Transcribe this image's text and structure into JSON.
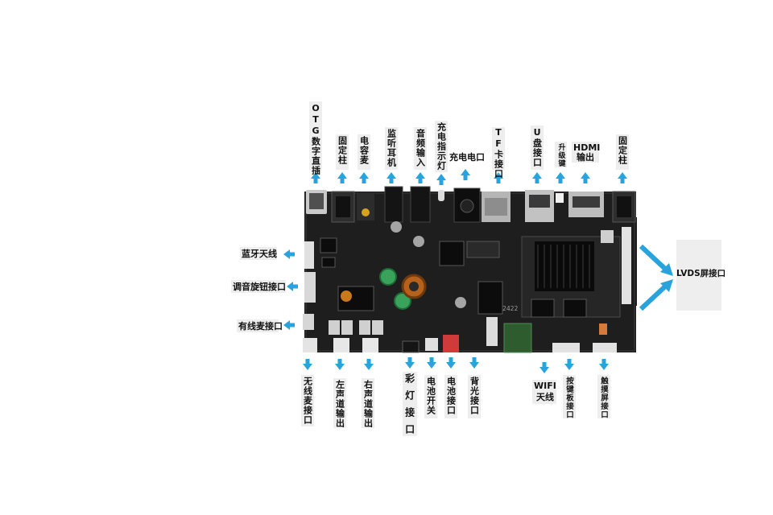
{
  "labels": {
    "otg": "OTG数字直插",
    "post_left": "固定柱",
    "mic_cap": "电容麦",
    "monitor_ear": "监听耳机",
    "audio_in": "音频输入",
    "charge_led": "充电指示灯",
    "charge_port": "充电电口",
    "tf": "TF卡接口",
    "u_disk": "U盘接口",
    "upgrade": "升级键",
    "hdmi_a": "HDMI",
    "hdmi_b": "输出",
    "post_right": "固定柱",
    "bt_antenna": "蓝牙天线",
    "knob": "调音旋钮接口",
    "wired_mic": "有线麦接口",
    "wireless_mic": "无线麦接口",
    "left_ch": "左声道输出",
    "right_ch": "右声道输出",
    "rgb_light": "彩灯接口",
    "bat_switch": "电池开关",
    "bat_port": "电池接口",
    "backlight": "背光接口",
    "wifi_a": "WIFI",
    "wifi_b": "天线",
    "keypad": "按键板接口",
    "touch": "触摸屏接口",
    "lvds": "LVDS屏接口"
  },
  "pcb_print": "2422",
  "colors": {
    "arrow": "#29a3dc",
    "board": "#1e1e1e",
    "label_bg": "#eeeeee"
  }
}
